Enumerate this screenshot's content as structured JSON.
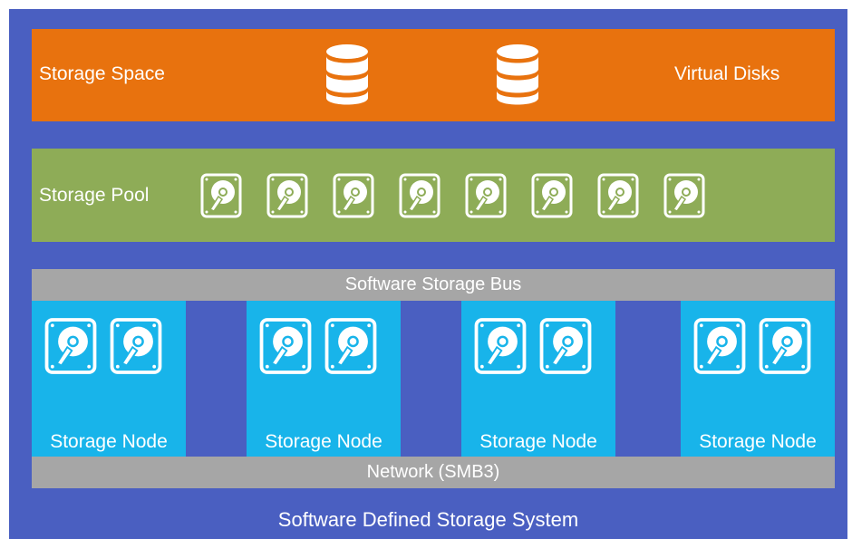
{
  "diagram": {
    "title": "Software Defined Storage System",
    "storage_space": {
      "label_left": "Storage Space",
      "label_right": "Virtual Disks",
      "icons": [
        "database-icon",
        "database-icon"
      ]
    },
    "storage_pool": {
      "label": "Storage Pool",
      "disk_count": 8,
      "icon": "hard-disk-icon"
    },
    "software_storage_bus": "Software Storage Bus",
    "network": "Network (SMB3)",
    "nodes": [
      {
        "label": "Storage Node",
        "disk_count": 2
      },
      {
        "label": "Storage Node",
        "disk_count": 2
      },
      {
        "label": "Storage Node",
        "disk_count": 2
      },
      {
        "label": "Storage Node",
        "disk_count": 2
      }
    ]
  },
  "colors": {
    "background": "#4a5fc1",
    "storage_space": "#e8720e",
    "storage_pool": "#8eac57",
    "bus": "#a6a6a6",
    "node": "#18b4ea",
    "text": "#ffffff"
  }
}
